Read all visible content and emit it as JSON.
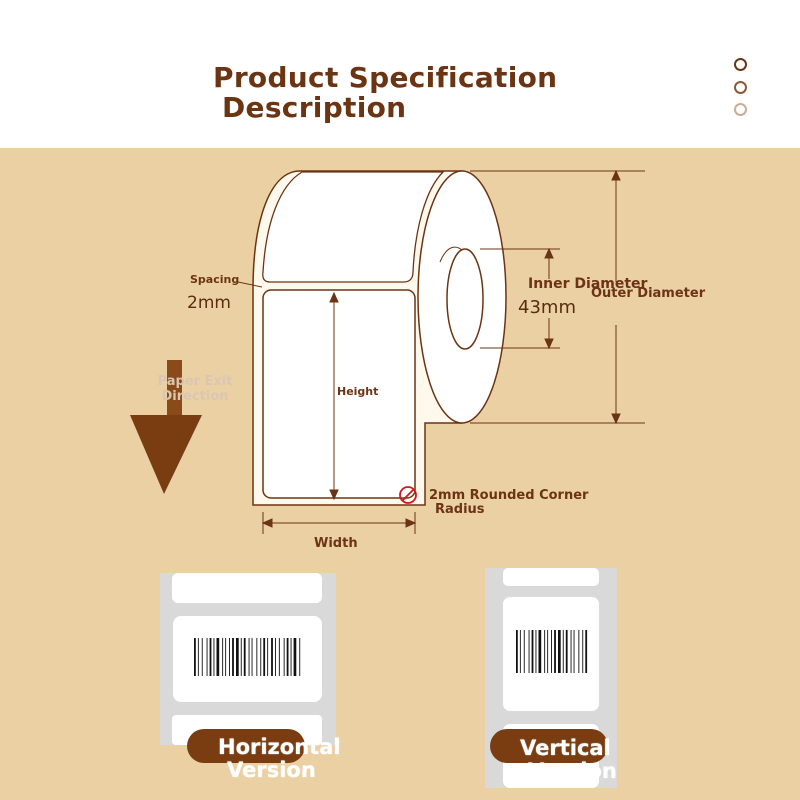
{
  "header": {
    "title_line1": "Product Specification",
    "title_line2": "Description",
    "carousel_dots": 3
  },
  "diagram": {
    "spacing_label": "Spacing",
    "spacing_value": "2mm",
    "inner_diameter_label": "Inner Diameter",
    "inner_diameter_value": "43mm",
    "outer_diameter_label": "Outer Diameter",
    "height_label": "Height",
    "width_label": "Width",
    "corner_label_line1": "2mm Rounded Corner",
    "corner_label_line2": "Radius",
    "paper_exit_line1": "Paper Exit",
    "paper_exit_line2": "Direction"
  },
  "versions": {
    "horizontal_line1": "Horizontal",
    "horizontal_line2": "Version",
    "vertical_line1": "Vertical",
    "vertical_line2": "Version"
  },
  "colors": {
    "background": "#ebd0a3",
    "brand_brown": "#6b3413",
    "pill_brown": "#7a3d12",
    "header_bg": "#ffffff"
  }
}
